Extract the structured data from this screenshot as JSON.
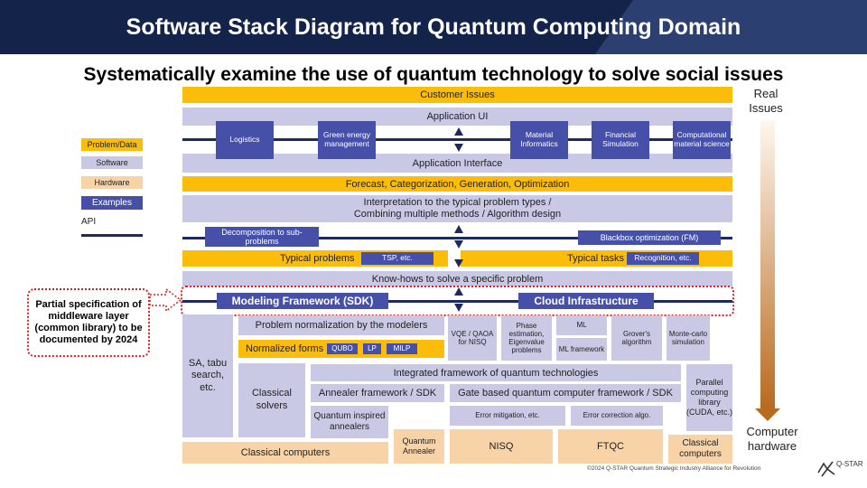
{
  "title": "Software Stack Diagram for Quantum Computing Domain",
  "subtitle": "Systematically examine the use of quantum technology to solve social issues",
  "legend": {
    "problem_data": "Problem/Data",
    "software": "Software",
    "hardware": "Hardware",
    "examples": "Examples",
    "api": "API"
  },
  "colors": {
    "problem_data": "#fbbd09",
    "software": "#c9c9e6",
    "hardware": "#f8d3a8",
    "examples": "#4650a8",
    "api": "#1f2a5c",
    "highlight": "#e02020"
  },
  "layers": {
    "customer_issues": "Customer Issues",
    "application_ui": "Application UI",
    "app_examples": [
      "Logistics",
      "Green energy management",
      "Material Informatics",
      "Financial Simulation",
      "Computational material science"
    ],
    "application_interface": "Application Interface",
    "forecast": "Forecast, Categorization, Generation, Optimization",
    "interpretation_1": "Interpretation to the typical problem types /",
    "interpretation_2": "Combining multiple methods / Algorithm design",
    "decomposition": "Decomposition to sub-problems",
    "blackbox": "Blackbox optimization (FM)",
    "typical_problems": "Typical problems",
    "tsp": "TSP, etc.",
    "typical_tasks": "Typical tasks",
    "recognition": "Recognition, etc.",
    "knowhows": "Know-hows to solve a specific problem",
    "modeling_framework": "Modeling Framework (SDK)",
    "cloud_infrastructure": "Cloud Infrastructure"
  },
  "note": "Partial specification of middleware layer (common library) to be documented by 2024",
  "lower": {
    "sa_tabu": "SA, tabu search, etc.",
    "problem_normalization": "Problem normalization by the modelers",
    "normalized_forms": "Normalized forms",
    "forms": [
      "QUBO",
      "LP",
      "MILP"
    ],
    "vqe": "VQE / QAOA for NISQ",
    "phase_estimation": "Phase estimation, Eigenvalue problems",
    "ml": "ML",
    "ml_framework": "ML framework",
    "grover": "Grover's algorithm",
    "monte_carlo": "Monte-carlo simulation",
    "classical_solvers": "Classical solvers",
    "integrated_framework": "Integrated framework of quantum technologies",
    "annealer_framework": "Annealer framework / SDK",
    "gate_framework": "Gate based quantum computer framework / SDK",
    "parallel_computing": "Parallel computing library (CUDA, etc.)",
    "quantum_inspired": "Quantum inspired annealers",
    "error_mitigation": "Error mitigation, etc.",
    "error_correction": "Error correction algo.",
    "classical_computers_1": "Classical computers",
    "quantum_annealer": "Quantum Annealer",
    "nisq": "NISQ",
    "ftqc": "FTQC",
    "classical_computers_2": "Classical computers"
  },
  "axis": {
    "top": "Real Issues",
    "bottom": "Computer hardware"
  },
  "footer": "©2024 Q-STAR Quantum Strategic Industry Alliance for Revolution",
  "logo": "Q-STAR"
}
